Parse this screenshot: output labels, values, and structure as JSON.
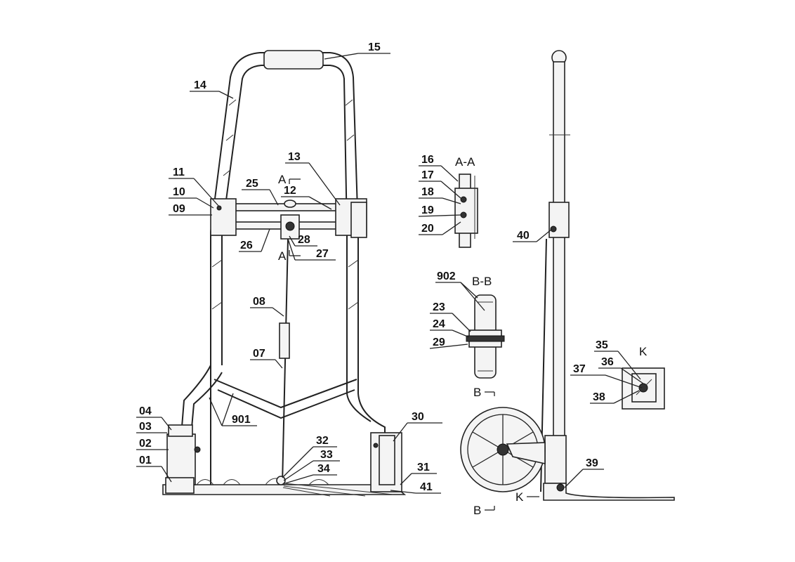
{
  "labels": {
    "p01": "01",
    "p02": "02",
    "p03": "03",
    "p04": "04",
    "p07": "07",
    "p08": "08",
    "p09": "09",
    "p10": "10",
    "p11": "11",
    "p12": "12",
    "p13": "13",
    "p14": "14",
    "p15": "15",
    "p16": "16",
    "p17": "17",
    "p18": "18",
    "p19": "19",
    "p20": "20",
    "p23": "23",
    "p24": "24",
    "p25": "25",
    "p26": "26",
    "p27": "27",
    "p28": "28",
    "p29": "29",
    "p30": "30",
    "p31": "31",
    "p32": "32",
    "p33": "33",
    "p34": "34",
    "p35": "35",
    "p36": "36",
    "p37": "37",
    "p38": "38",
    "p39": "39",
    "p40": "40",
    "p41": "41",
    "p901": "901",
    "p902": "902"
  },
  "views": {
    "section_aa": "A-A",
    "section_bb": "B-B",
    "detail_k": "K",
    "marker_a": "A",
    "marker_b": "B",
    "marker_k": "K"
  }
}
